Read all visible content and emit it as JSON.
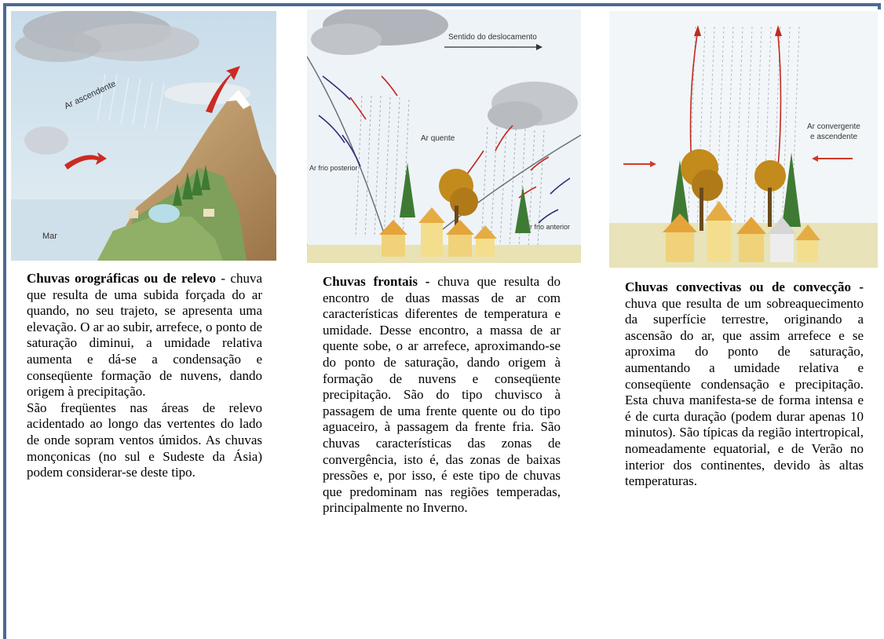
{
  "panels": {
    "orografica": {
      "labels": {
        "air": "Ar ascendente",
        "sea": "Mar"
      },
      "heading": "Chuvas orográficas ou de relevo",
      "paragraphs": [
        "- chuva que resulta de uma subida forçada do ar quando, no seu trajeto, se apresenta uma elevação. O ar ao subir, arrefece, o ponto de saturação diminui, a umidade relativa aumenta e dá-se a condensação e conseqüente formação de nuvens, dando origem à precipitação.",
        "São freqüentes nas áreas de relevo acidentado ao longo das vertentes do lado de onde sopram ventos úmidos. As chuvas monçonicas (no sul e Sudeste da Ásia) podem considerar-se deste tipo."
      ]
    },
    "frontal": {
      "labels": {
        "direction": "Sentido do deslocamento",
        "warm": "Ar quente",
        "cold_back": "Ar frio posterior",
        "cold_front": "Ar frio anterior"
      },
      "heading": "Chuvas frontais -",
      "paragraphs": [
        "chuva que resulta do encontro de duas massas de ar com características diferentes de temperatura e umidade. Desse encontro, a massa de ar quente sobe, o ar arrefece, aproximando-se do ponto de saturação, dando origem à formação de nuvens e conseqüente precipitação. São do tipo chuvisco à passagem de uma frente quente ou do tipo aguaceiro, à passagem da frente fria. São chuvas características das zonas de convergência, isto é, das zonas de baixas pressões e, por isso, é este tipo de chuvas que predominam nas regiões temperadas, principalmente no Inverno."
      ]
    },
    "convectiva": {
      "labels": {
        "air_line1": "Ar convergente",
        "air_line2": "e ascendente"
      },
      "heading": "Chuvas convectivas ou de convecção -",
      "paragraphs": [
        "chuva que resulta de um sobreaquecimento da superfície terrestre, originando a ascensão do ar, que assim arrefece e se aproxima do ponto de saturação, aumentando a umidade relativa e conseqüente condensação e precipitação. Esta chuva manifesta-se de forma intensa e é de curta duração (podem durar apenas 10 minutos). São típicas da região intertropical, nomeadamente equatorial, e de Verão no interior dos continentes, devido às altas temperaturas."
      ]
    }
  }
}
